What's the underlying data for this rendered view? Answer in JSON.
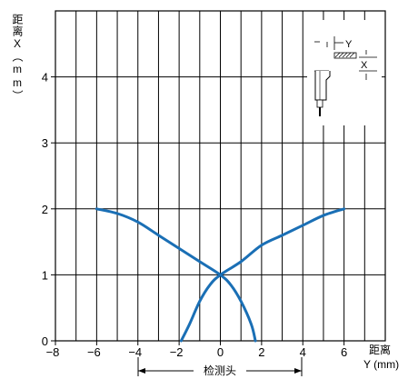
{
  "chart_data": {
    "type": "line",
    "title": "",
    "ylabel": "距离X（mm）",
    "xlabel": [
      "距离",
      "Y (mm)"
    ],
    "xlim": [
      -8,
      8
    ],
    "ylim": [
      0,
      5
    ],
    "x_ticks": [
      -8,
      -6,
      -4,
      -2,
      0,
      2,
      4,
      6
    ],
    "y_ticks": [
      0,
      1,
      2,
      3,
      4
    ],
    "grid": true,
    "line_color": "#1a6fb5",
    "series": [
      {
        "x": [
          -6,
          -5,
          -4,
          -3,
          -2,
          -1,
          0,
          0.5,
          1,
          1.5,
          1.7
        ],
        "y": [
          2.0,
          1.93,
          1.8,
          1.6,
          1.4,
          1.2,
          1.0,
          0.85,
          0.6,
          0.25,
          0.0
        ]
      },
      {
        "x": [
          6,
          5,
          4,
          3,
          2,
          1,
          0,
          -0.5,
          -1,
          -1.5,
          -1.9
        ],
        "y": [
          2.0,
          1.9,
          1.75,
          1.6,
          1.45,
          1.2,
          1.0,
          0.85,
          0.6,
          0.25,
          0.0
        ]
      }
    ],
    "annotations": {
      "detector_label": "检测头",
      "inset_labels": {
        "y": "Y",
        "x": "X"
      }
    }
  }
}
